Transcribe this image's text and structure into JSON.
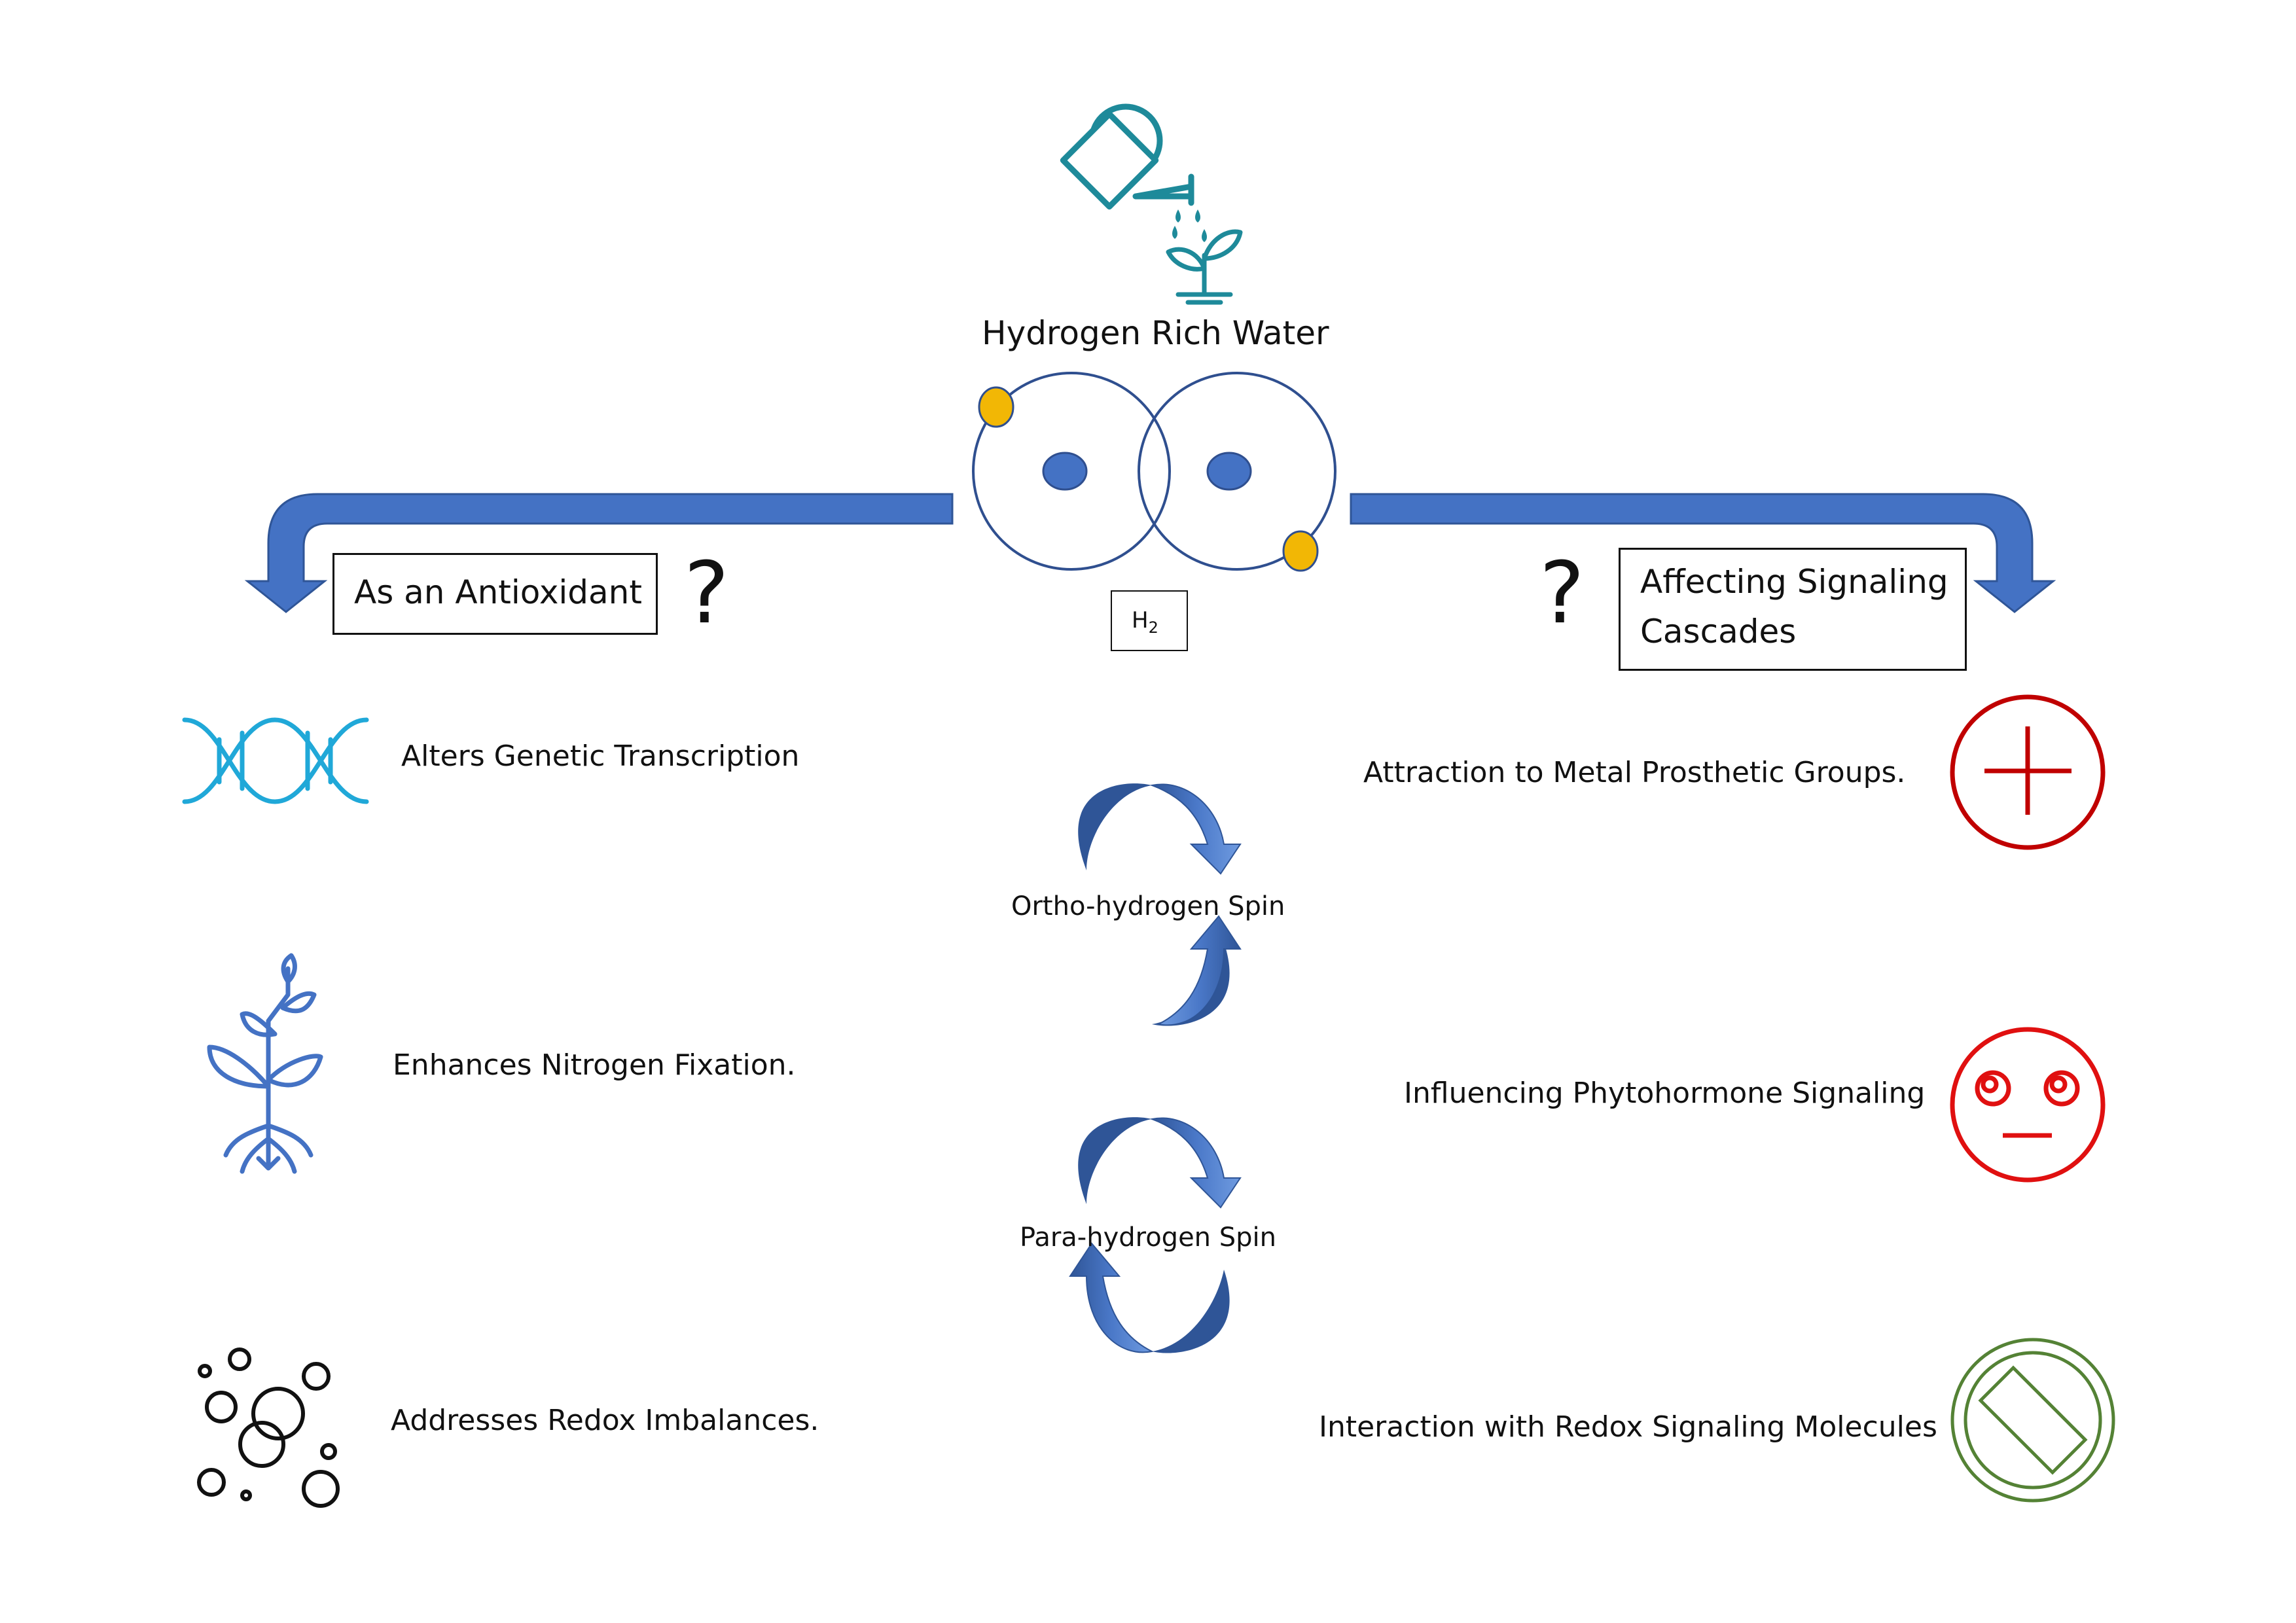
{
  "title": "Hydrogen Rich Water",
  "molecule_label_main": "H",
  "molecule_label_sub": "2",
  "left_box": "As an Antioxidant",
  "right_box_line1": "Affecting Signaling",
  "right_box_line2": "Cascades",
  "question_mark": "?",
  "left_items": [
    {
      "label": "Alters Genetic Transcription",
      "icon": "dna-icon"
    },
    {
      "label": "Enhances Nitrogen Fixation.",
      "icon": "plant-roots-icon"
    },
    {
      "label": "Addresses Redox Imbalances.",
      "icon": "bubbles-icon"
    }
  ],
  "right_items": [
    {
      "label": "Attraction to Metal Prosthetic Groups.",
      "icon": "plus-circle-icon"
    },
    {
      "label": "Influencing Phytohormone Signaling",
      "icon": "neutral-face-icon"
    },
    {
      "label": "Interaction with Redox Signaling Molecules",
      "icon": "no-symbol-icon"
    }
  ],
  "spins": [
    {
      "label": "Ortho-hydrogen Spin"
    },
    {
      "label": "Para-hydrogen Spin"
    }
  ],
  "colors": {
    "arrow_blue": "#4472c4",
    "teal": "#1e8a9a",
    "electron_yellow": "#f2b705",
    "nucleus_blue": "#4472c4",
    "orbit_navy": "#2f4f8f",
    "dna_cyan": "#20a8d8",
    "plus_red": "#c00000",
    "face_red": "#e01010",
    "no_green": "#548235"
  }
}
